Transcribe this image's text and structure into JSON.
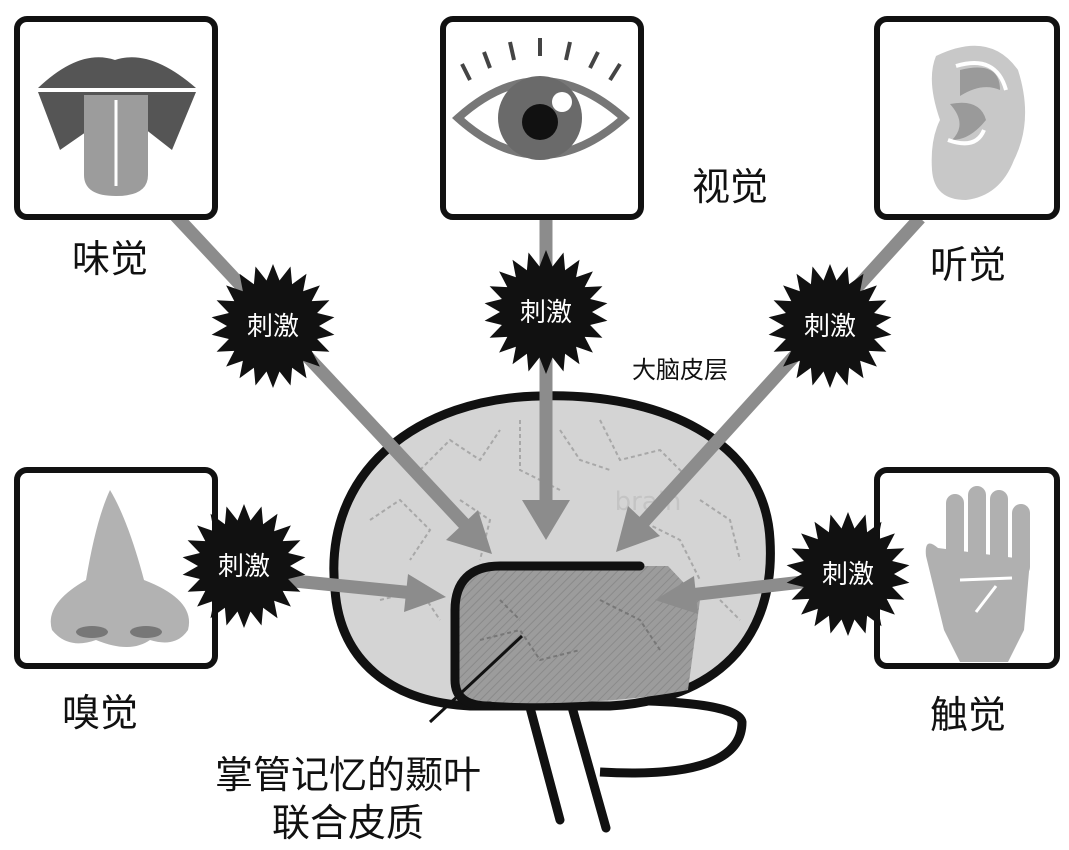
{
  "senses": {
    "taste": "味觉",
    "sight": "视觉",
    "hearing": "听觉",
    "smell": "嗅觉",
    "touch": "触觉"
  },
  "stimulus_label": "刺激",
  "cortex_label": "大脑皮层",
  "brain_watermark": "brain",
  "temporal_label": {
    "line1": "掌管记忆的颞叶",
    "line2": "联合皮质"
  },
  "icons": [
    "tongue-icon",
    "eye-icon",
    "ear-icon",
    "nose-icon",
    "hand-icon",
    "brain-icon",
    "starburst-icon"
  ],
  "colors": {
    "ink": "#111111",
    "arrow": "#8c8c8c",
    "brain": "#d4d4d4",
    "temporal": "#9a9a9a",
    "organ": "#a5a5a5"
  }
}
